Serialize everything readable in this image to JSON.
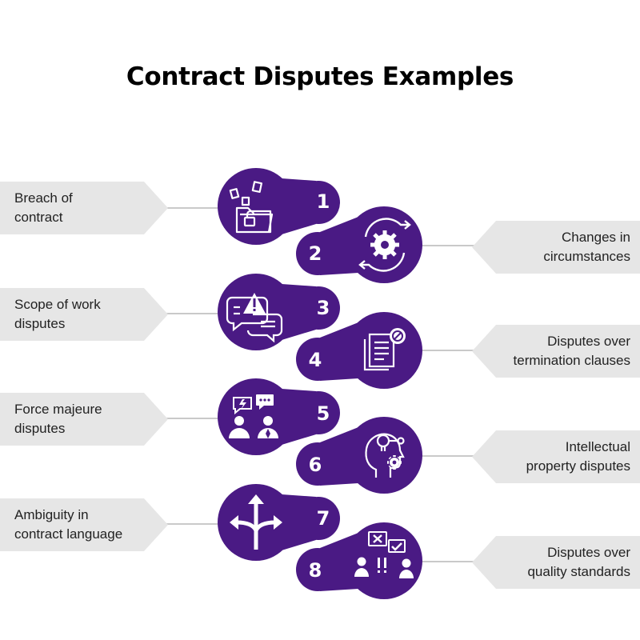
{
  "title": "Contract Disputes Examples",
  "colors": {
    "bubble": "#4a1a84",
    "label_bg": "#e6e6e6",
    "connector": "#c9c9c9"
  },
  "items": [
    {
      "number": "1",
      "label": "Breach of\ncontract",
      "icon": "unlocked-folder-icon"
    },
    {
      "number": "2",
      "label": "Changes in\ncircumstances",
      "icon": "gear-cycle-icon"
    },
    {
      "number": "3",
      "label": "Scope of work\ndisputes",
      "icon": "warning-chat-bubbles-icon"
    },
    {
      "number": "4",
      "label": "Disputes over\ntermination clauses",
      "icon": "document-prohibited-icon"
    },
    {
      "number": "5",
      "label": "Force majeure\ndisputes",
      "icon": "people-arguing-icon"
    },
    {
      "number": "6",
      "label": "Intellectual\nproperty disputes",
      "icon": "head-idea-gear-icon"
    },
    {
      "number": "7",
      "label": "Ambiguity in\ncontract language",
      "icon": "split-arrows-icon"
    },
    {
      "number": "8",
      "label": "Disputes over\nquality standards",
      "icon": "people-approve-reject-icon"
    }
  ]
}
